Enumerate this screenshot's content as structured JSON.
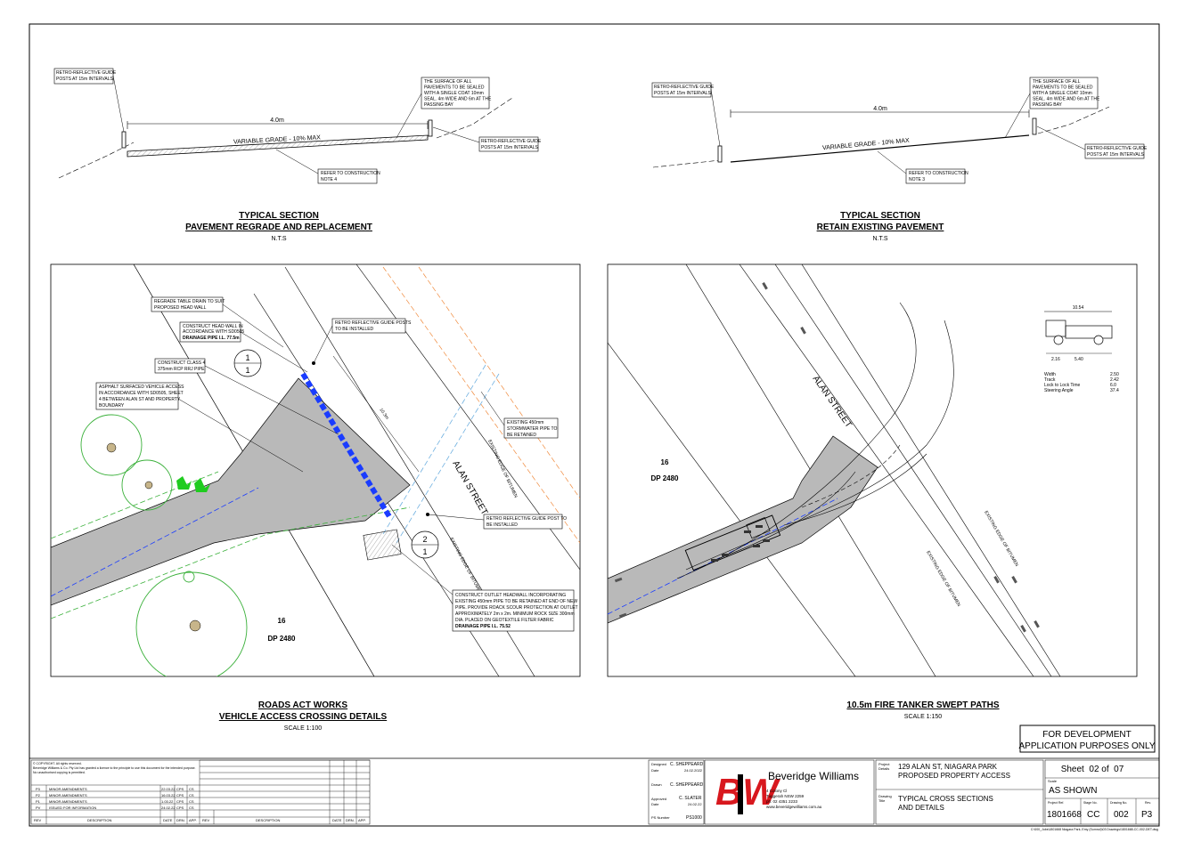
{
  "section1": {
    "title": "TYPICAL SECTION",
    "subtitle": "PAVEMENT REGRADE AND REPLACEMENT",
    "scale": "N.T.S",
    "dimension": "4.0m",
    "grade": "VARIABLE GRADE - 10% MAX",
    "note_posts_left": [
      "RETRO-REFLECTIVE GUIDE",
      "POSTS AT 15m INTERVALS"
    ],
    "note_surface": [
      "THE SURFACE OF ALL",
      "PAVEMENTS TO BE SEALED",
      "WITH A SINGLE COAT 10mm",
      "SEAL. 4m WIDE AND 6m AT THE",
      "PASSING BAY"
    ],
    "note_posts_right": [
      "RETRO-REFLECTIVE GUIDE",
      "POSTS AT 15m INTERVALS"
    ],
    "note_construction": [
      "REFER TO CONSTRUCTION",
      "NOTE 4"
    ]
  },
  "section2": {
    "title": "TYPICAL SECTION",
    "subtitle": "RETAIN EXISTING PAVEMENT",
    "scale": "N.T.S",
    "dimension": "4.0m",
    "grade": "VARIABLE GRADE - 10% MAX",
    "note_posts_left": [
      "RETRO-REFLECTIVE GUIDE",
      "POSTS AT 15m INTERVALS"
    ],
    "note_surface": [
      "THE SURFACE OF ALL",
      "PAVEMENTS TO BE SEALED",
      "WITH A SINGLE COAT 10mm",
      "SEAL. 4m WIDE AND 6m AT THE",
      "PASSING BAY"
    ],
    "note_posts_right": [
      "RETRO-REFLECTIVE GUIDE",
      "POSTS AT 15m INTERVALS"
    ],
    "note_construction": [
      "REFER TO CONSTRUCTION",
      "NOTE 3"
    ]
  },
  "plan1": {
    "title": "ROADS ACT WORKS",
    "subtitle": "VEHICLE ACCESS CROSSING DETAILS",
    "scale": "SCALE 1:100",
    "street": "ALAN STREET",
    "lot": "16",
    "dp": "DP 2480",
    "bitumen1": "EXISTING EDGE OF BITUMEN",
    "bitumen2": "EXISTING EDGE OF BITUMEN",
    "dim": "10.3m",
    "callout1_top": "1",
    "callout1_bot": "1",
    "callout2_top": "2",
    "callout2_bot": "1",
    "note_regrade": [
      "REGRADE TABLE DRAIN TO SUIT",
      "PROPOSED HEAD WALL"
    ],
    "note_headwall": [
      "CONSTRUCT HEAD WALL IN",
      "ACCORDANCE WITH SD0505"
    ],
    "note_headwall_bold": "DRAINAGE PIPE I.L. 77.5m",
    "note_class4": [
      "CONSTRUCT CLASS 4",
      "375mm RCP RRJ PIPE"
    ],
    "note_asphalt": [
      "ASPHALT SURFACED VEHICLE ACCESS",
      "IN ACCORDANCE WITH SD0505, SHEET",
      "4 BETWEEN ALAN ST AND PROPERTY",
      "BOUNDARY"
    ],
    "note_retro": [
      "RETRO REFLECTIVE GUIDE POSTS",
      "TO BE INSTALLED"
    ],
    "note_storm": [
      "EXISTING 450mm",
      "STORMWATER PIPE TO",
      "BE RETAINED"
    ],
    "note_retro2": [
      "RETRO REFLECTIVE GUIDE POST TO",
      "BE INSTALLED"
    ],
    "note_outlet": [
      "CONSTRUCT OUTLET HEADWALL INCORPORATING",
      "EXISTING 450mm PIPE TO BE RETAINED AT END OF NEW",
      "PIPE. PROVIDE ROACK SCOUR PROTECTION AT OUTLET",
      "APPROXIMATELY 2m x 2m. MINIMUM ROCK SIZE 300mm",
      "DIA. PLACED ON GEOTEXTILE FILTER FABRIC"
    ],
    "note_outlet_bold": "DRAINAGE PIPE I.L. 75.52"
  },
  "plan2": {
    "title": "10.5m FIRE TANKER SWEPT PATHS",
    "scale": "SCALE 1:150",
    "street": "ALAN STREET",
    "lot": "16",
    "dp": "DP 2480",
    "bitumen1": "EXISTING EDGE OF BITUMEN",
    "bitumen2": "EXISTING EDGE OF BITUMEN",
    "vehicle_length": "10.54",
    "vehicle_dim1": "2.16",
    "vehicle_dim2": "5.40",
    "specs": [
      {
        "label": "Width",
        "value": "2.50"
      },
      {
        "label": "Track",
        "value": "2.42"
      },
      {
        "label": "Lock to Lock Time",
        "value": "6.0"
      },
      {
        "label": "Steering Angle",
        "value": "37.4"
      }
    ]
  },
  "stamp": [
    "FOR DEVELOPMENT",
    "APPLICATION PURPOSES ONLY"
  ],
  "titleblock": {
    "copyright": [
      "© COPYRIGHT. All rights reserved.",
      "Beveridge Williams & Co. Pty Ltd has granted a licence to the principle to use this document for the intended purpose.",
      "No unauthorised copying is permitted."
    ],
    "revisions": [
      {
        "rev": "P3",
        "desc": "MINOR AMENDMENTS",
        "date": "22.03.22",
        "drn": "CPS",
        "app": "CS"
      },
      {
        "rev": "P2",
        "desc": "MINOR AMENDMENTS",
        "date": "16.03.22",
        "drn": "CPS",
        "app": "CS"
      },
      {
        "rev": "P1",
        "desc": "MINOR AMENDMENTS",
        "date": "1.03.22",
        "drn": "CPS",
        "app": "CS"
      },
      {
        "rev": "PV",
        "desc": "ISSUED FOR INFORMATION",
        "date": "24.02.22",
        "drn": "CPS",
        "app": "CS"
      }
    ],
    "rev_headers": [
      "REV",
      "DESCRIPTION",
      "DATE",
      "DRN.",
      "APP."
    ],
    "designed_label": "Designed",
    "designed": "C. SHEPPEARD",
    "designed_date_label": "Date",
    "designed_date": "24.02.2022",
    "drawn_label": "Drawn",
    "drawn": "C. SHEPPEARD",
    "approved_label": "Approved",
    "approved": "C. SLATER",
    "approved_date_label": "Date",
    "approved_date": "24.02.22",
    "ps_label": "PS Number",
    "ps_number": "PS1000",
    "company": "Beveridge Williams",
    "logo_letters": "BW",
    "address": [
      "4 Colony Cl",
      "Tuggerah NSW 2259",
      "ph: 02 4351 2233",
      "www.beveridgewilliams.com.au"
    ],
    "project_label": [
      "Project",
      "Details"
    ],
    "project": [
      "129 ALAN ST, NIAGARA PARK",
      "PROPOSED PROPERTY ACCESS"
    ],
    "drawing_label": [
      "Drawing",
      "Title"
    ],
    "drawing": [
      "TYPICAL CROSS SECTIONS",
      "AND DETAILS"
    ],
    "sheet": "Sheet  02 of  07",
    "scale_label": "Scale",
    "scale": "AS SHOWN",
    "project_ref_label": "Project Ref.",
    "project_ref": "1801668",
    "stage_label": "Stage No.",
    "stage": "CC",
    "drawing_no_label": "Drawing No.",
    "drawing_no": "002",
    "rev_label": "Rev.",
    "rev": "P3",
    "filepath": "C:\\000_Jobs\\1801668 Niagara Park, Emy (Somnol)\\03 Drawings\\1801668-CC-002-DET.dwg"
  },
  "colors": {
    "line": "#000000",
    "pipe": "#1a3cff",
    "green": "#3ab03a",
    "orange": "#f08a3c",
    "cyan": "#6fb0e0",
    "paving": "#b9b9b9",
    "logo_red": "#d8181e"
  }
}
